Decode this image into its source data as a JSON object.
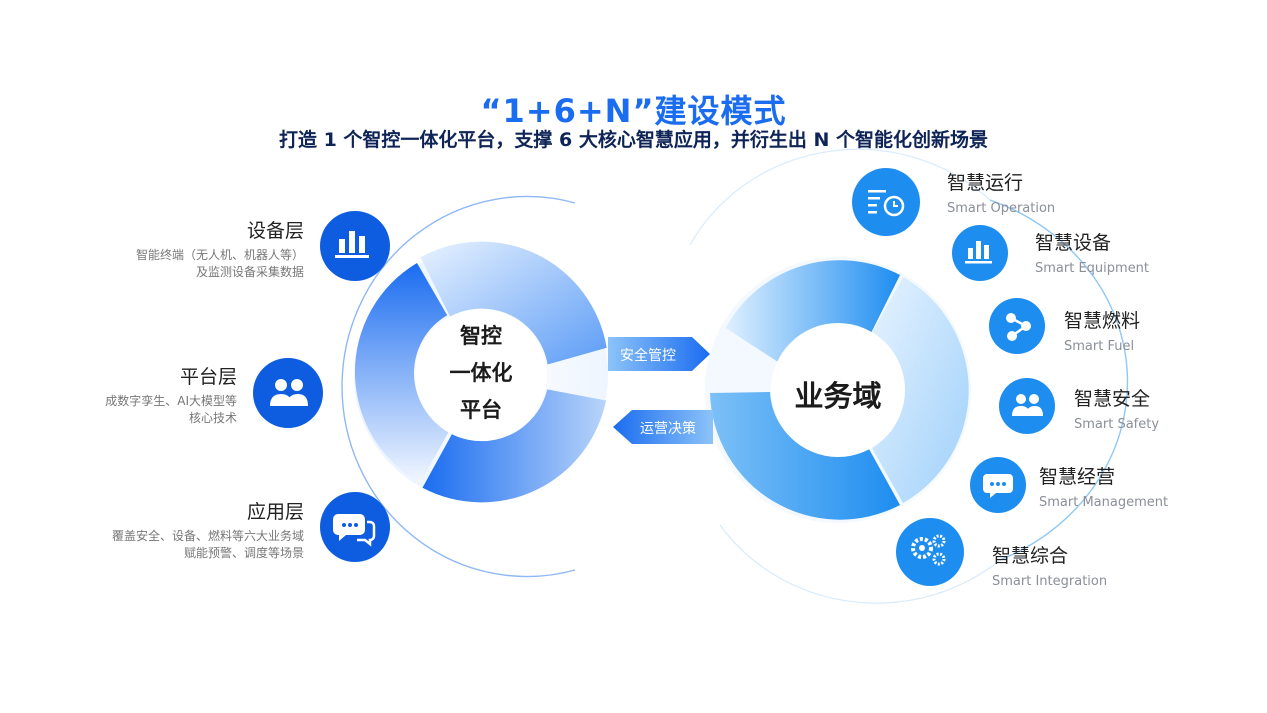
{
  "header": {
    "title": "“1+6+N”建设模式",
    "subtitle": "打造 1 个智控一体化平台，支撑 6 大核心智慧应用，并衍生出 N 个智能化创新场景"
  },
  "left_layers": [
    {
      "title": "设备层",
      "desc1": "智能终端（无人机、机器人等）",
      "desc2": "及监测设备采集数据",
      "icon": "bar-chart-icon"
    },
    {
      "title": "平台层",
      "desc1": "成数字孪生、AI大模型等",
      "desc2": "核心技术",
      "icon": "users-icon"
    },
    {
      "title": "应用层",
      "desc1": "覆盖安全、设备、燃料等六大业务域",
      "desc2": "赋能预警、调度等场景",
      "icon": "chat-bubbles-icon"
    }
  ],
  "center_left": {
    "line1": "智控",
    "line2": "一体化",
    "line3": "平台"
  },
  "center_right": {
    "label": "业务域"
  },
  "arrows": {
    "right": "安全管控",
    "left": "运营决策"
  },
  "right_apps": [
    {
      "title": "智慧运行",
      "subtitle": "Smart Operation",
      "icon": "clock-list-icon"
    },
    {
      "title": "智慧设备",
      "subtitle": "Smart Equipment",
      "icon": "bar-chart-icon"
    },
    {
      "title": "智慧燃料",
      "subtitle": "Smart Fuel",
      "icon": "molecule-icon"
    },
    {
      "title": "智慧安全",
      "subtitle": "Smart Safety",
      "icon": "users-icon"
    },
    {
      "title": "智慧经营",
      "subtitle": "Smart Management",
      "icon": "chat-bubble-icon"
    },
    {
      "title": "智慧综合",
      "subtitle": "Smart Integration",
      "icon": "gears-icon"
    }
  ],
  "colors": {
    "primary": "#1a6cf0",
    "deep": "#0e5de0",
    "light": "#4aa8f5",
    "dark_text": "#0f2456"
  }
}
